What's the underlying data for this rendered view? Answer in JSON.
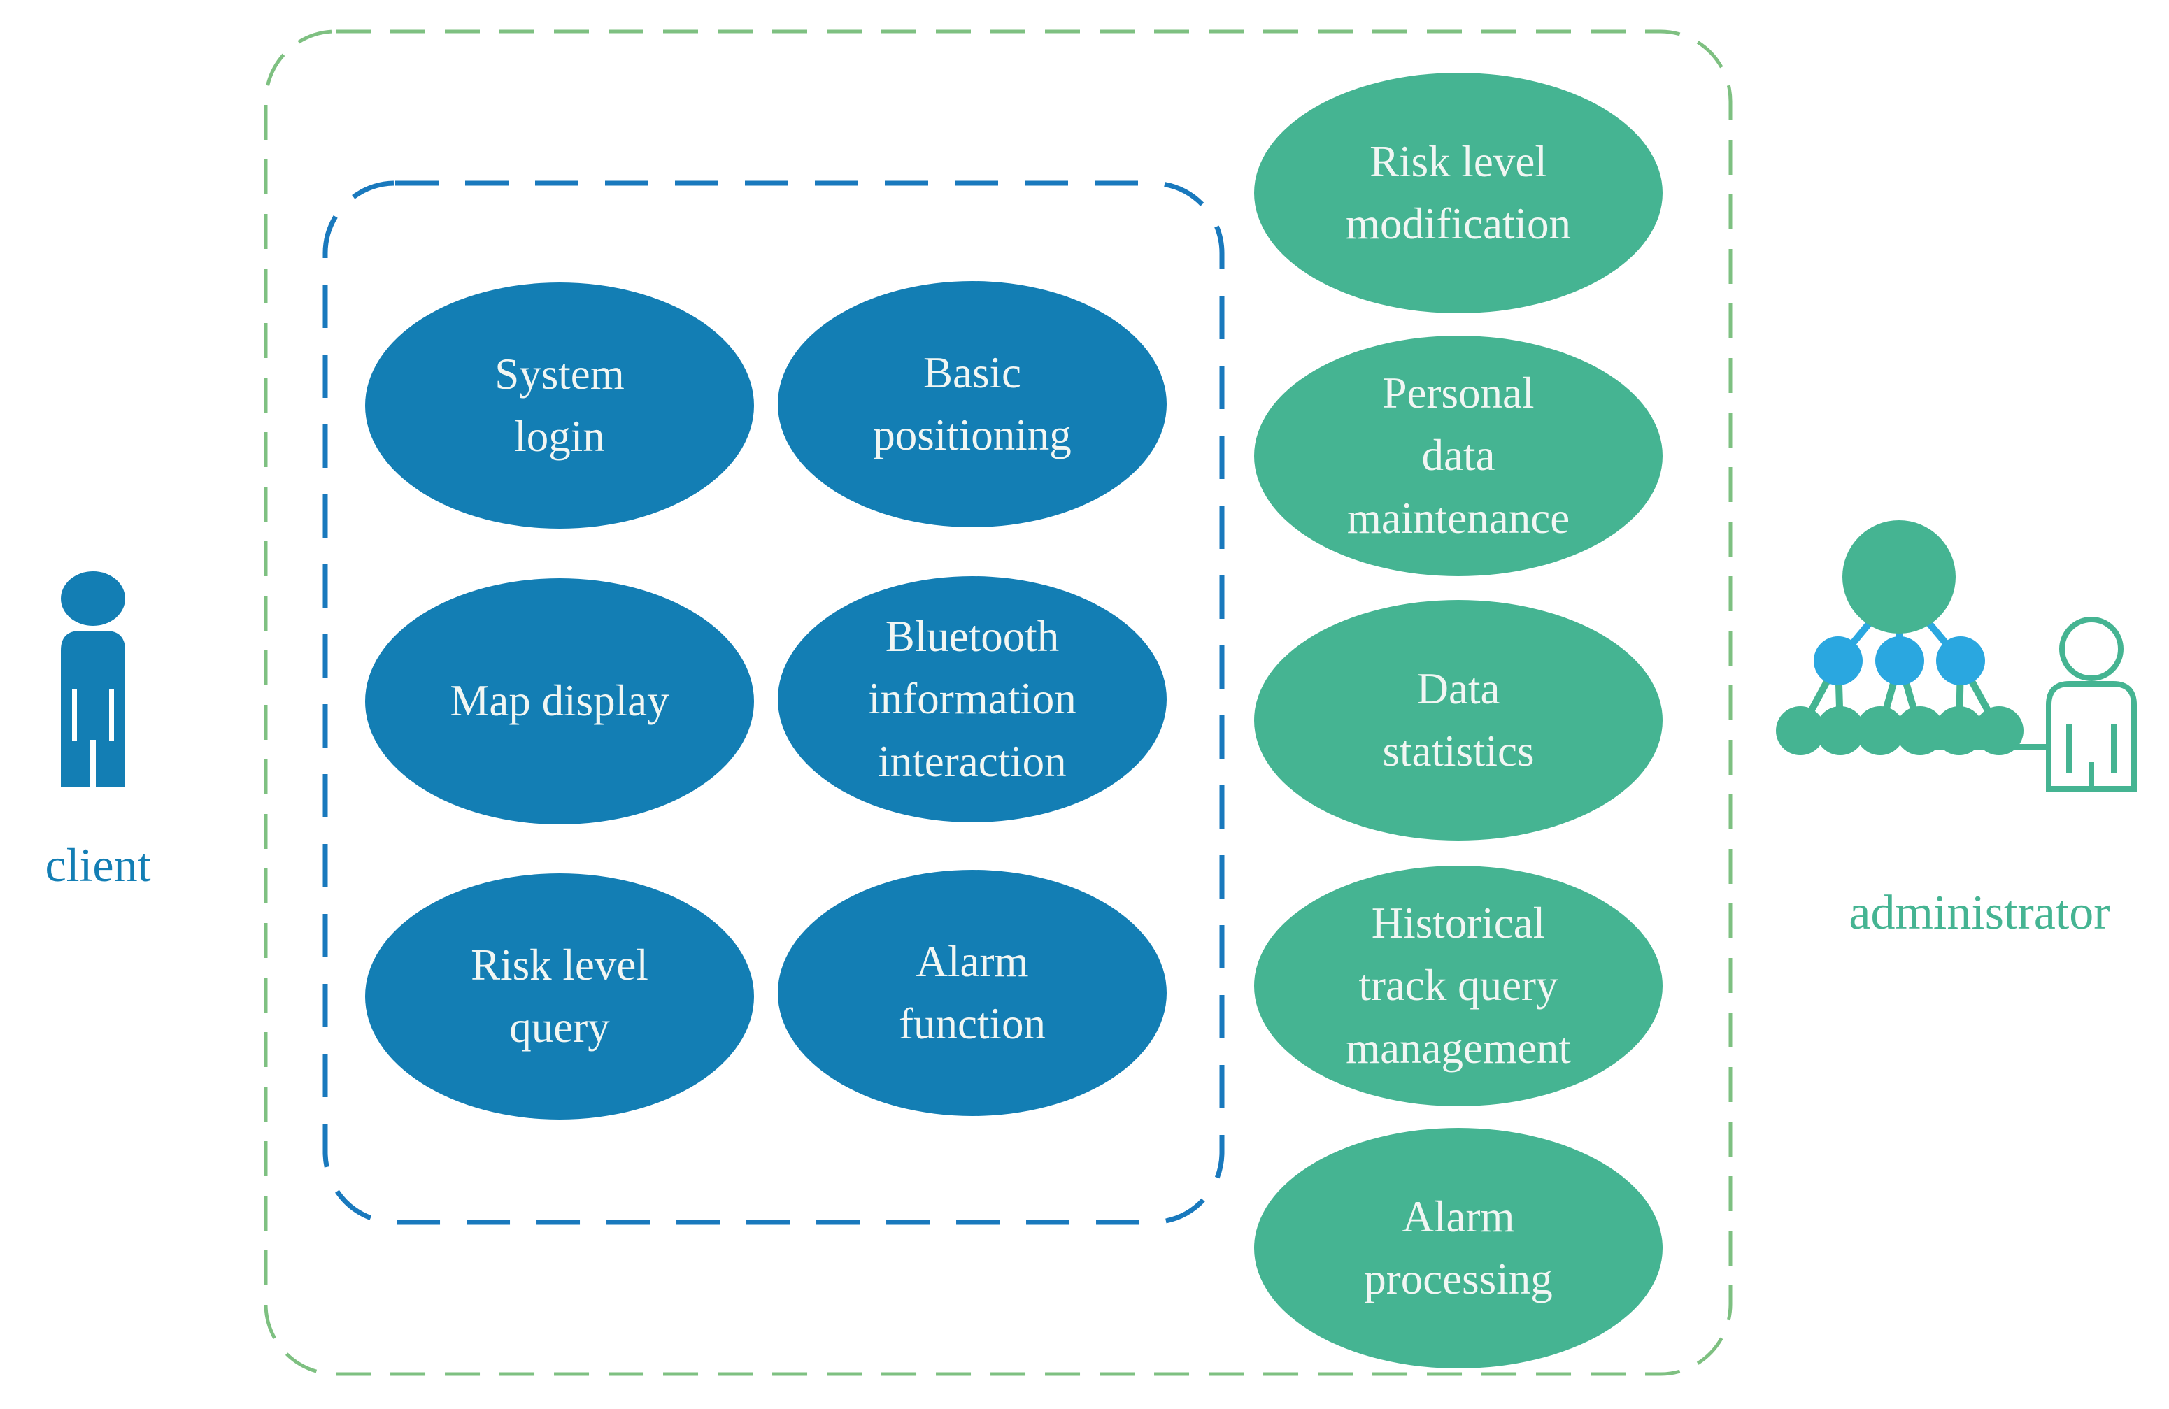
{
  "figure": {
    "type": "use-case-diagram",
    "actors": {
      "client": "client",
      "administrator": "administrator"
    },
    "client_use_cases": [
      "System\nlogin",
      "Basic\npositioning",
      "Map display",
      "Bluetooth\ninformation\ninteraction",
      "Risk level\nquery",
      "Alarm\nfunction"
    ],
    "admin_use_cases": [
      "Risk level\nmodification",
      "Personal\ndata\nmaintenance",
      "Data\nstatistics",
      "Historical\ntrack query\nmanagement",
      "Alarm\nprocessing"
    ]
  },
  "colors": {
    "uc-blue": "#137EB4",
    "uc-green": "#45B492",
    "dash-green": "#7EC081",
    "dash-blue": "#1979BD",
    "icon-blue": "#2AA7E0",
    "text-light": "#F1F6F3"
  }
}
